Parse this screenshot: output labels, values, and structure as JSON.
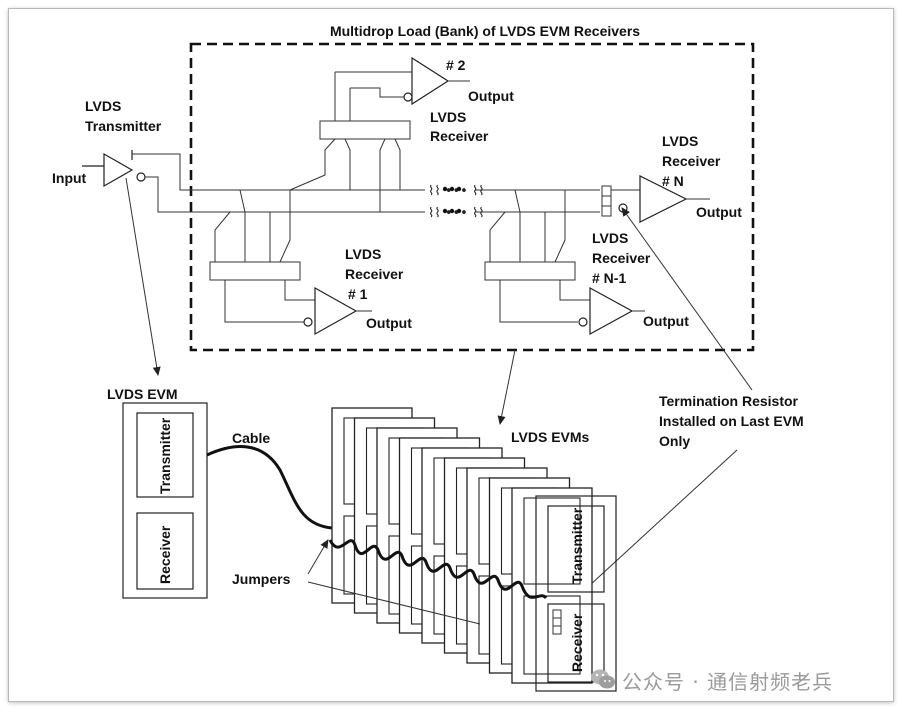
{
  "diagram": {
    "title": "Multidrop Load (Bank) of LVDS EVM Receivers",
    "transmitter_label_1": "LVDS",
    "transmitter_label_2": "Transmitter",
    "input_label": "Input",
    "receiver2_num": "# 2",
    "receiver2_output": "Output",
    "receiver2_label_1": "LVDS",
    "receiver2_label_2": "Receiver",
    "receiverN_label_1": "LVDS",
    "receiverN_label_2": "Receiver",
    "receiverN_num": "# N",
    "receiverN_output": "Output",
    "receiver1_label_1": "LVDS",
    "receiver1_label_2": "Receiver",
    "receiver1_num": "# 1",
    "receiver1_output": "Output",
    "receiverN1_label_1": "LVDS",
    "receiverN1_label_2": "Receiver",
    "receiverN1_num": "# N-1",
    "receiverN1_output": "Output",
    "evm_label": "LVDS EVM",
    "evm_transmitter": "Transmitter",
    "evm_receiver": "Receiver",
    "cable_label": "Cable",
    "evms_label": "LVDS EVMs",
    "jumpers_label": "Jumpers",
    "termination_1": "Termination Resistor",
    "termination_2": "Installed on Last EVM",
    "termination_3": "Only",
    "last_evm_transmitter": "Transmitter",
    "last_evm_receiver": "Receiver"
  },
  "watermark": {
    "text": "公众号 · 通信射频老兵",
    "color": "#9a9a9a"
  }
}
